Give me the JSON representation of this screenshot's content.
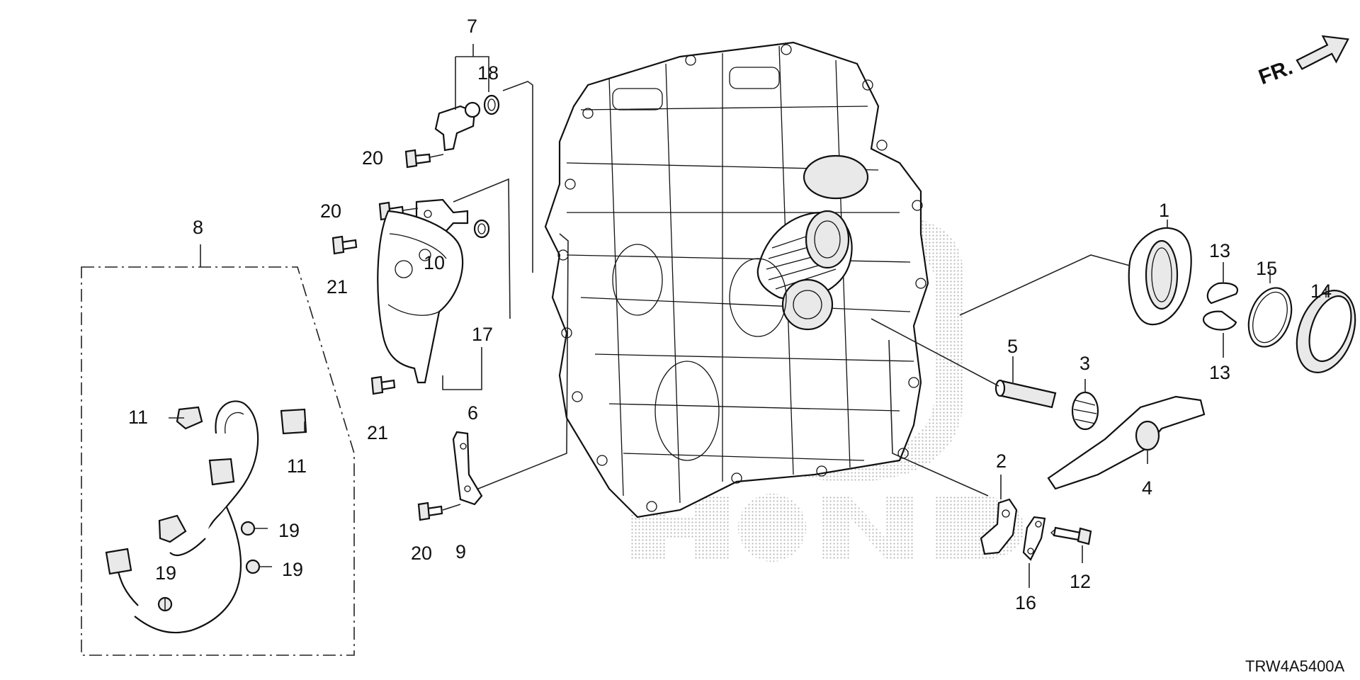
{
  "diagram": {
    "code": "TRW4A5400A",
    "direction_label": "FR.",
    "watermark": "HONDA",
    "callouts": [
      "1",
      "2",
      "3",
      "4",
      "5",
      "6",
      "7",
      "8",
      "9",
      "10",
      "11",
      "11",
      "12",
      "13",
      "13",
      "14",
      "15",
      "16",
      "17",
      "18",
      "19",
      "19",
      "19",
      "20",
      "20",
      "20",
      "21",
      "21"
    ]
  },
  "labels": {
    "p1": "1",
    "p2": "2",
    "p3": "3",
    "p4": "4",
    "p5": "5",
    "p6": "6",
    "p7": "7",
    "p8": "8",
    "p9": "9",
    "p10": "10",
    "p11a": "11",
    "p11b": "11",
    "p12": "12",
    "p13a": "13",
    "p13b": "13",
    "p14": "14",
    "p15": "15",
    "p16": "16",
    "p17": "17",
    "p18": "18",
    "p19a": "19",
    "p19b": "19",
    "p19c": "19",
    "p20a": "20",
    "p20b": "20",
    "p20c": "20",
    "p21a": "21",
    "p21b": "21"
  }
}
